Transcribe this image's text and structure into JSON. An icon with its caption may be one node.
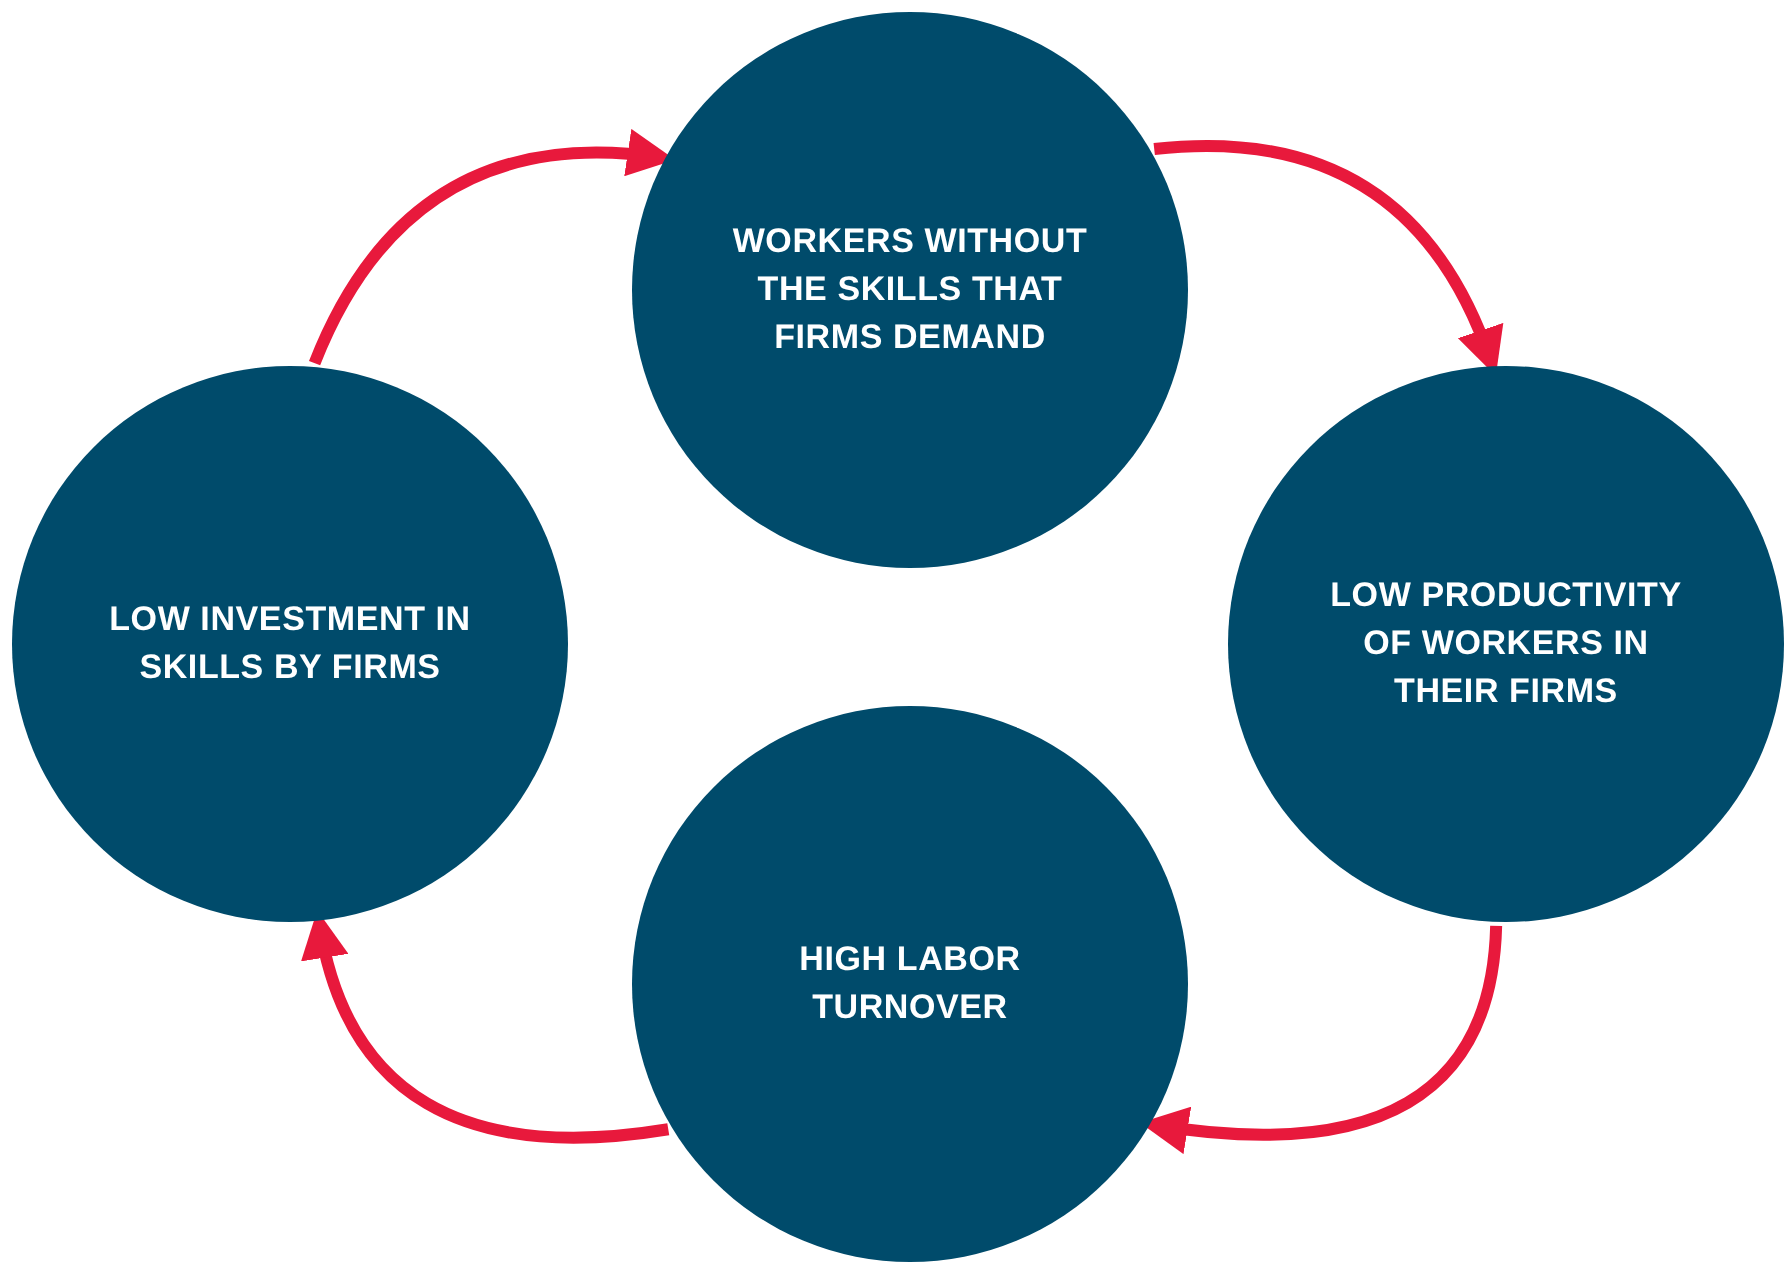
{
  "diagram": {
    "nodes": [
      {
        "text": [
          "WORKERS WITHOUT THE SKILLS THAT FIRMS DEMAND"
        ]
      },
      {
        "text": [
          "LOW PRODUCTIVITY OF WORKERS IN THEIR FIRMS"
        ]
      },
      {
        "text": [
          "HIGH LABOR TURNOVER"
        ]
      },
      {
        "text": [
          "LOW INVESTMENT IN SKILLS BY FIRMS"
        ]
      }
    ],
    "edges": [
      {
        "from": 3,
        "to": 0,
        "arrow": "to"
      },
      {
        "from": 0,
        "to": 1,
        "arrow": "to"
      },
      {
        "from": 1,
        "to": 2,
        "arrow": "to"
      },
      {
        "from": 2,
        "to": 3,
        "arrow": "to"
      }
    ]
  }
}
